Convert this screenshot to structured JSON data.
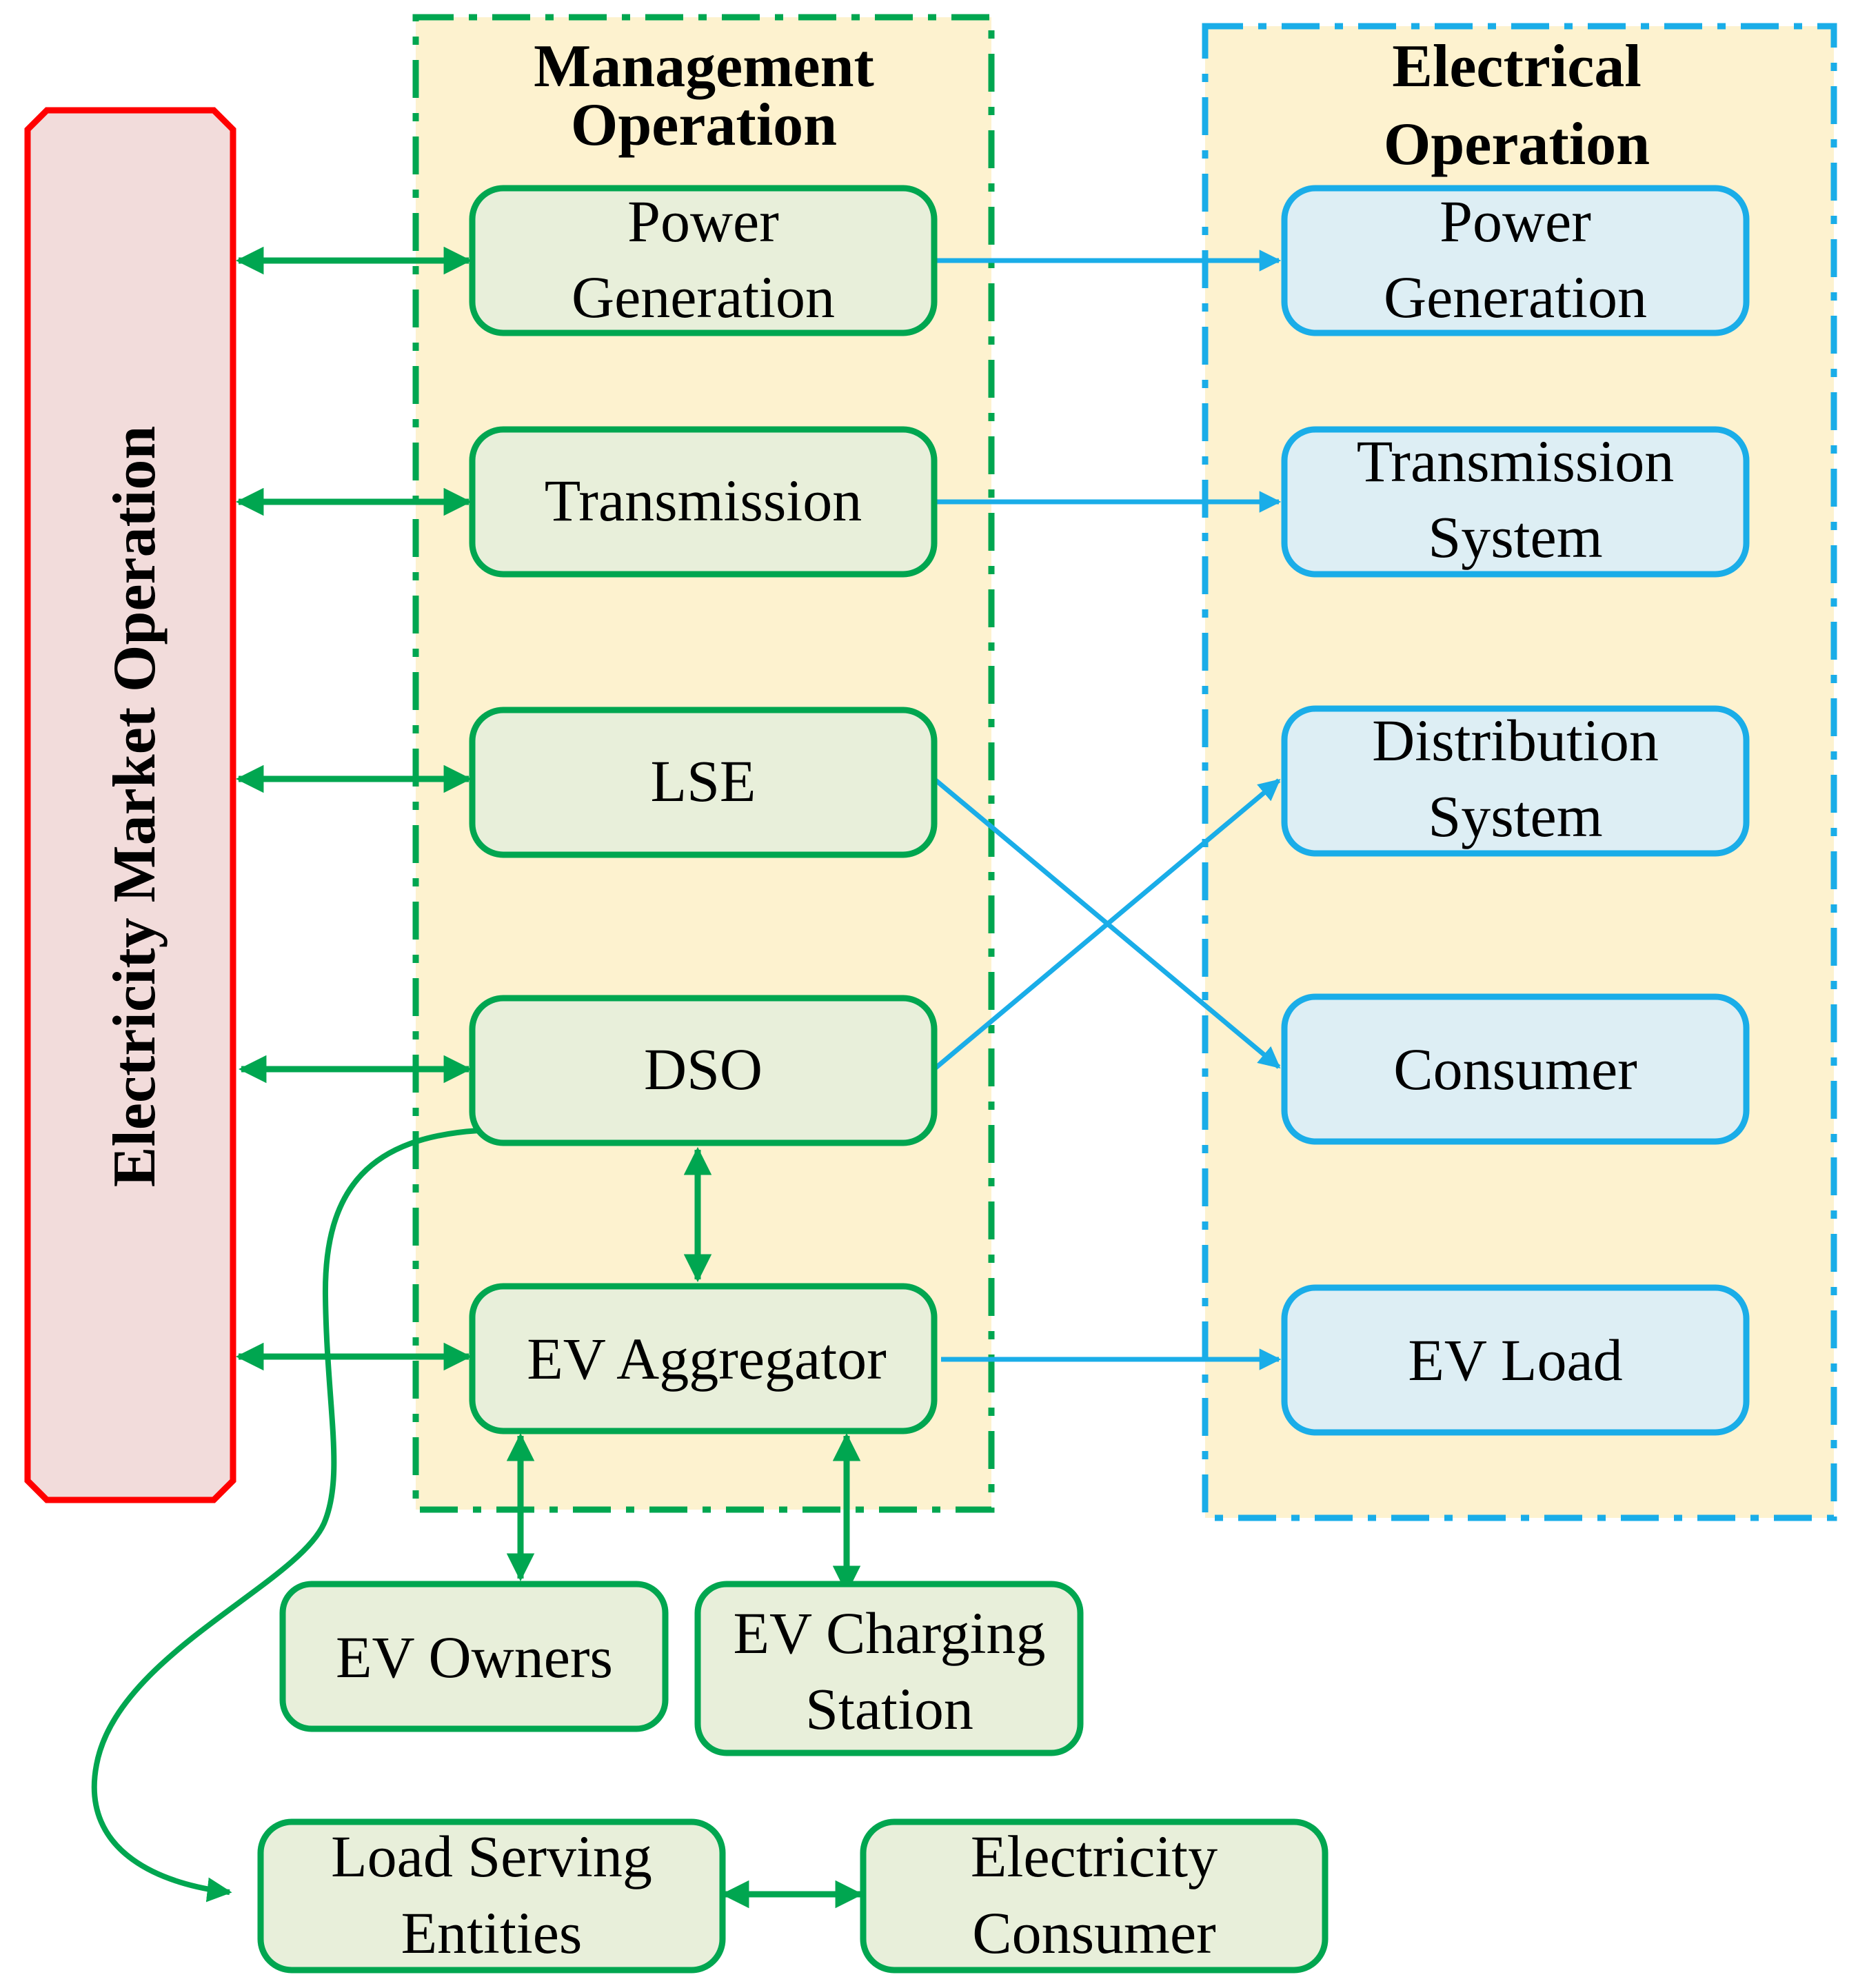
{
  "colors": {
    "green": "#00A650",
    "blue": "#1AADE8",
    "red": "#FF0000",
    "panel_fill": "#FDF2CF",
    "green_box_fill": "#E8EFDA",
    "blue_box_fill": "#DDEEF4",
    "market_fill": "#F2DCDB"
  },
  "market": {
    "label": "Electricity Market Operation"
  },
  "management": {
    "title_line1": "Management",
    "title_line2": "Operation",
    "boxes": {
      "power_generation": [
        "Power",
        "Generation"
      ],
      "transmission": "Transmission",
      "lse": "LSE",
      "dso": "DSO",
      "ev_aggregator": "EV Aggregator"
    }
  },
  "electrical": {
    "title_line1": "Electrical",
    "title_line2": "Operation",
    "boxes": {
      "power_generation": [
        "Power",
        "Generation"
      ],
      "transmission_system": [
        "Transmission",
        "System"
      ],
      "distribution_system": [
        "Distribution",
        "System"
      ],
      "consumer": "Consumer",
      "ev_load": "EV Load"
    }
  },
  "lower": {
    "ev_owners": "EV Owners",
    "ev_charging_station": [
      "EV Charging",
      "Station"
    ],
    "load_serving_entities": [
      "Load Serving",
      "Entities"
    ],
    "electricity_consumer": [
      "Electricity",
      "Consumer"
    ]
  }
}
